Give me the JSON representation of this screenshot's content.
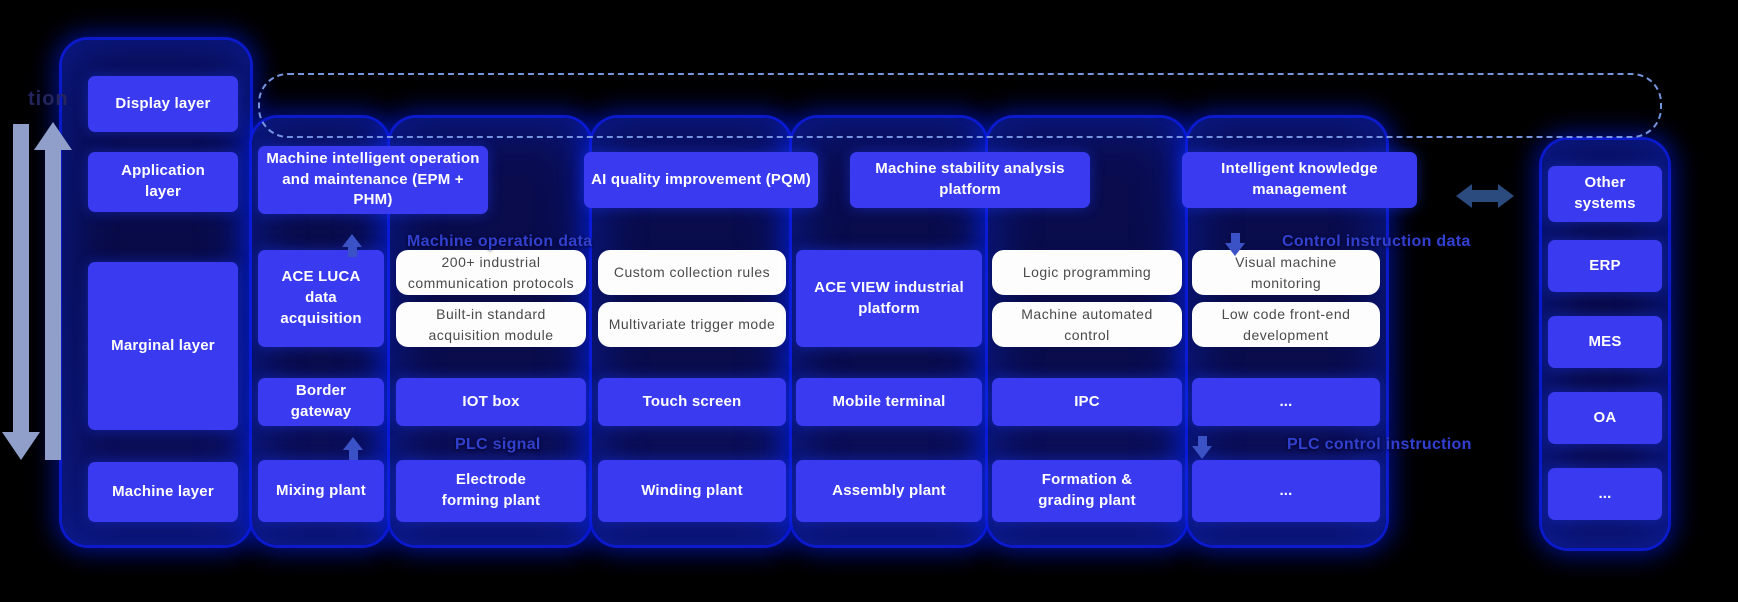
{
  "diagram": {
    "layer_labels": [
      "Display layer",
      "Application layer",
      "Marginal layer",
      "Machine layer"
    ],
    "application_row": [
      "Machine intelligent operation and maintenance (EPM + PHM)",
      "AI quality improvement (PQM)",
      "Machine stability analysis platform",
      "Intelligent knowledge management"
    ],
    "platforms": {
      "ace_luca": "ACE LUCA data acquisition",
      "ace_view": "ACE VIEW industrial platform"
    },
    "capabilities": [
      "200+ industrial communication protocols",
      "Built-in standard acquisition module",
      "Custom collection rules",
      "Multivariate trigger mode",
      "Logic programming",
      "Machine automated control",
      "Visual machine monitoring",
      "Low code front-end development"
    ],
    "devices": [
      "Border gateway",
      "IOT box",
      "Touch screen",
      "Mobile terminal",
      "IPC",
      "..."
    ],
    "machines": [
      "Mixing plant",
      "Electrode forming plant",
      "Winding plant",
      "Assembly plant",
      "Formation & grading plant",
      "..."
    ],
    "external": {
      "header": "Other systems",
      "systems": [
        "ERP",
        "MES",
        "OA",
        "..."
      ]
    },
    "flow_labels": [
      "Machine operation data",
      "Control instruction data",
      "PLC signal",
      "PLC control instruction"
    ],
    "edge_fragment": "tion"
  },
  "colors": {
    "background": "#000000",
    "node_blue": "#3a3af1",
    "panel_navy": "#0a0d52",
    "glow_blue": "#0020ff",
    "white_card": "#fdfdfd",
    "card_text": "#4a4a4a",
    "dashed_line": "#7b9ce8",
    "flow_label_blue": "#3240cf",
    "side_arrow_gray": "#8f9fca",
    "link_arrow_blue": "#2b4a7e"
  }
}
